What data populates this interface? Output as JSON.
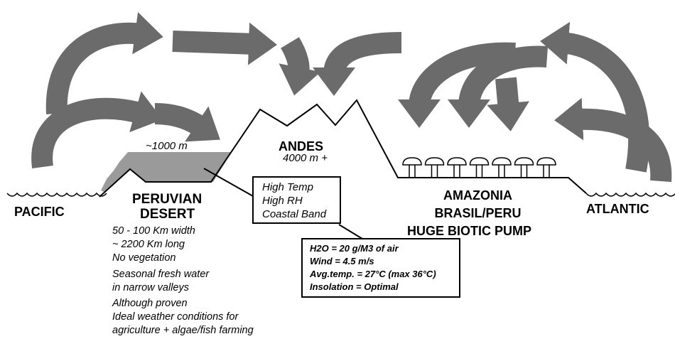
{
  "colors": {
    "arrow": "#6b6b6b",
    "desert": "#9a9a9a",
    "line": "#000000"
  },
  "labels": {
    "pacific": "PACIFIC",
    "atlantic": "ATLANTIC",
    "desert_height": "~1000 m",
    "andes": "ANDES",
    "andes_height": "4000 m +",
    "peruvian": "PERUVIAN",
    "desert": "DESERT",
    "amazonia": "AMAZONIA",
    "brasil_peru": "BRASIL/PERU",
    "biotic_pump": "HUGE BIOTIC PUMP"
  },
  "desert_notes": [
    "50 - 100 Km width",
    "~ 2200 Km long",
    "No vegetation",
    "Seasonal fresh water",
    "in narrow valleys",
    "Although proven",
    "Ideal weather conditions for",
    "agriculture + algae/fish  farming"
  ],
  "coastal_box": [
    "High Temp",
    "High  RH",
    "Coastal Band"
  ],
  "conditions_box": [
    "H2O = 20 g/M3 of air",
    "Wind =  4.5 m/s",
    "Avg.temp. = 27°C (max 36°C)",
    "Insolation = Optimal"
  ]
}
